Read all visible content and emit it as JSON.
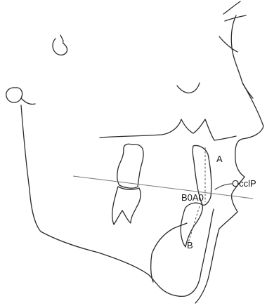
{
  "labels": {
    "point_a": "A",
    "point_b": "B",
    "projection": "B0A0",
    "occlusal_plane": "OcclP"
  }
}
